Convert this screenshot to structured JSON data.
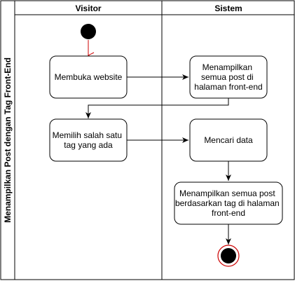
{
  "pool": {
    "title": "Menampilkan Post dengan Tag Front-End",
    "lanes": [
      {
        "label": "Visitor"
      },
      {
        "label": "Sistem"
      }
    ]
  },
  "activities": {
    "open_website": {
      "lines": [
        "Membuka website"
      ]
    },
    "show_all_posts": {
      "lines": [
        "Menampilkan",
        "semua post di",
        "halaman front-end"
      ]
    },
    "choose_tag": {
      "lines": [
        "Memilih salah satu",
        "tag yang ada"
      ]
    },
    "search_data": {
      "lines": [
        "Mencari data"
      ]
    },
    "show_posts_by_tag": {
      "lines": [
        "Menampilkan semua post",
        "berdasarkan tag di halaman",
        "front-end"
      ]
    }
  },
  "colors": {
    "line": "#000000",
    "initial_arrow": "#cc0000",
    "final_ring": "#cc0000",
    "node_fill": "#ffffff"
  }
}
